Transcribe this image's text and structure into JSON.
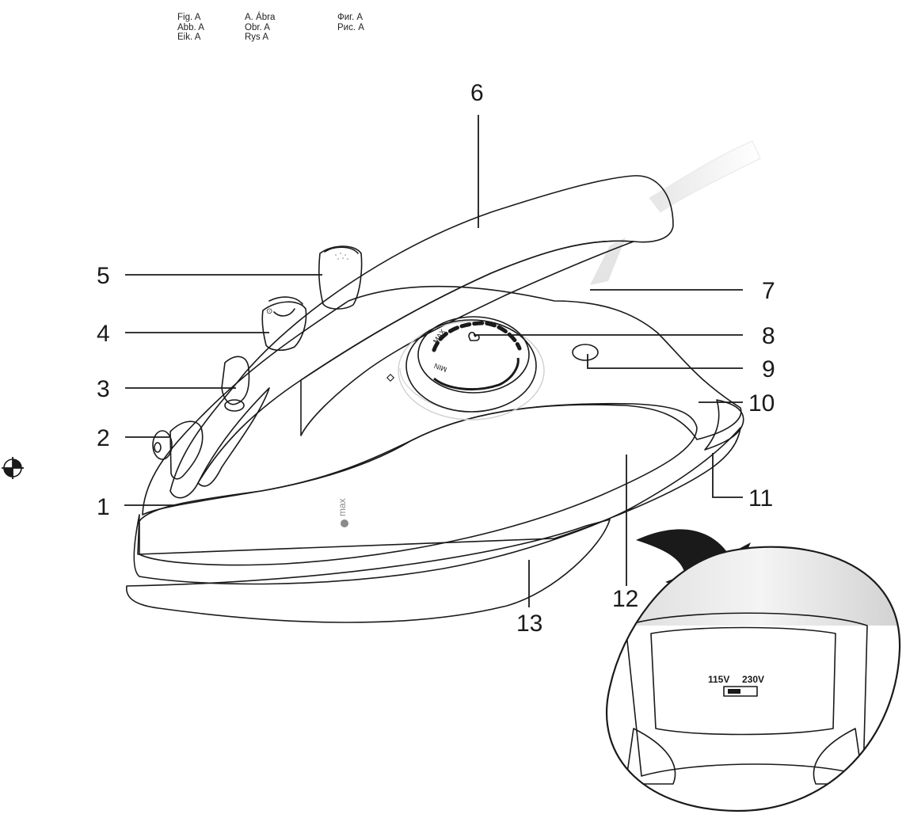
{
  "figure_labels": {
    "col1": [
      "Fig. A",
      "Abb. A",
      "Eik. A"
    ],
    "col2": [
      "A. Ábra",
      "Obr. A",
      "Rys A"
    ],
    "col3": [
      "Фиг. A",
      "Рис. A"
    ]
  },
  "callouts": [
    "1",
    "2",
    "3",
    "4",
    "5",
    "6",
    "7",
    "8",
    "9",
    "10",
    "11",
    "12",
    "13"
  ],
  "dial": {
    "max": "MAX",
    "min": "MIN"
  },
  "water_mark": "max",
  "voltage": {
    "low": "115V",
    "high": "230V"
  }
}
